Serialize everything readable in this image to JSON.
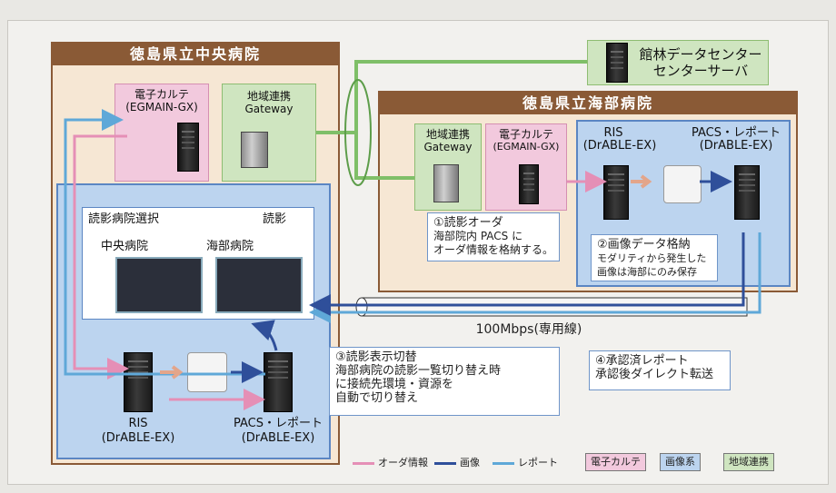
{
  "central": {
    "title": "徳島県立中央病院",
    "ehr_label_1": "電子カルテ",
    "ehr_label_2": "(EGMAIN-GX)",
    "gw_label_1": "地域連携",
    "gw_label_2": "Gateway",
    "reading_select": "読影病院選択",
    "reading": "読影",
    "tab_central": "中央病院",
    "tab_kaifu": "海部病院",
    "ris_label_1": "RIS",
    "ris_label_2": "(DrABLE-EX)",
    "pacs_label_1": "PACS・レポート",
    "pacs_label_2": "(DrABLE-EX)"
  },
  "datacenter": {
    "line1": "館林データセンター",
    "line2": "センターサーバ"
  },
  "kaifu": {
    "title": "徳島県立海部病院",
    "gw_label_1": "地域連携",
    "gw_label_2": "Gateway",
    "ehr_label_1": "電子カルテ",
    "ehr_label_2": "(EGMAIN-GX)",
    "ris_label_1": "RIS",
    "ris_label_2": "(DrABLE-EX)",
    "pacs_label_1": "PACS・レポート",
    "pacs_label_2": "(DrABLE-EX)"
  },
  "notes": {
    "n1_title": "①読影オーダ",
    "n1_line1": "海部院内 PACS に",
    "n1_line2": "オーダ情報を格納する。",
    "n2_title": "②画像データ格納",
    "n2_line1": "モダリティから発生した",
    "n2_line2": "画像は海部にのみ保存",
    "n3_title": "③読影表示切替",
    "n3_line1": "海部病院の読影一覧切り替え時",
    "n3_line2": "に接続先環境・資源を",
    "n3_line3": "自動で切り替え",
    "n4_title": "④承認済レポート",
    "n4_line1": "承認後ダイレクト転送"
  },
  "link_label": "100Mbps(専用線)",
  "legend": {
    "order": "オーダ情報",
    "image": "画像",
    "report": "レポート",
    "ehr": "電子カルテ",
    "imaging": "画像系",
    "regional": "地域連携"
  },
  "colors": {
    "order": "#e58fb6",
    "image": "#2f4f9a",
    "report": "#5fa8d8",
    "network": "#7fbf68",
    "brown": "#8a5a36"
  },
  "icons": [
    "server-icon",
    "gateway-icon",
    "ct-scanner-icon",
    "monitor-screen-icon",
    "arrow-icon"
  ]
}
